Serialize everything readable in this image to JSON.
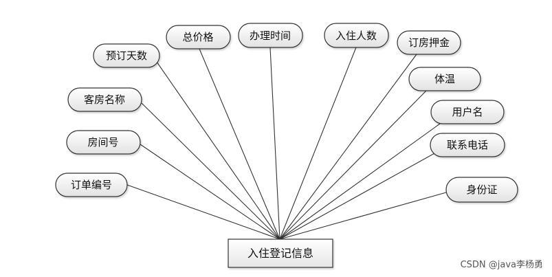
{
  "diagram": {
    "entity": "入住登记信息",
    "attributes": [
      {
        "id": "order-no",
        "label": "订单编号"
      },
      {
        "id": "room-no",
        "label": "房间号"
      },
      {
        "id": "room-name",
        "label": "客房名称"
      },
      {
        "id": "booking-days",
        "label": "预订天数"
      },
      {
        "id": "total-price",
        "label": "总价格"
      },
      {
        "id": "handle-time",
        "label": "办理时间"
      },
      {
        "id": "guest-count",
        "label": "入住人数"
      },
      {
        "id": "deposit",
        "label": "订房押金"
      },
      {
        "id": "temperature",
        "label": "体温"
      },
      {
        "id": "username",
        "label": "用户名"
      },
      {
        "id": "phone",
        "label": "联系电话"
      },
      {
        "id": "id-card",
        "label": "身份证"
      }
    ],
    "colors": {
      "stroke": "#333333",
      "fill_top": "#ffffff",
      "fill_bottom": "#e2e2e2",
      "text": "#111111"
    }
  },
  "watermark": {
    "text": "CSDN @java李杨勇"
  }
}
